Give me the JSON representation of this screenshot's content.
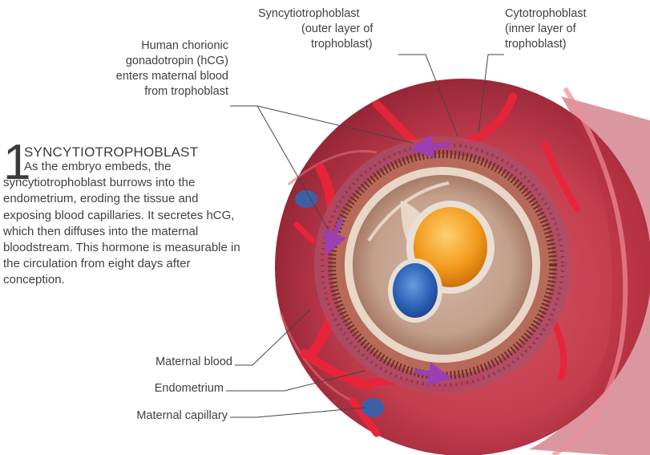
{
  "labels": {
    "syncytiotrophoblast": [
      "Syncytiotrophoblast",
      "(outer layer of",
      "trophoblast)"
    ],
    "cytotrophoblast": [
      "Cytotrophoblast",
      "(inner layer of",
      "trophoblast)"
    ],
    "hcg": [
      "Human chorionic",
      "gonadotropin (hCG)",
      "enters maternal blood",
      "from trophoblast"
    ],
    "maternal_blood": "Maternal blood",
    "endometrium": "Endometrium",
    "maternal_capillary": "Maternal capillary"
  },
  "step": {
    "number": "1",
    "title": "SYNCYTIOTROPHOBLAST",
    "body": "As the embryo embeds, the syncytiotrophoblast burrows into the endometrium, eroding the tissue and exposing blood capillaries. It secretes hCG, which then diffuses into the maternal bloodstream. This hormone is measurable in the circulation from eight days after conception."
  },
  "colors": {
    "endometrium": "#c9414f",
    "blood": "#e8243a",
    "yolk_sac": "#f0a020",
    "amnion": "#2a5fb0",
    "arrow": "#9b3fb3"
  }
}
